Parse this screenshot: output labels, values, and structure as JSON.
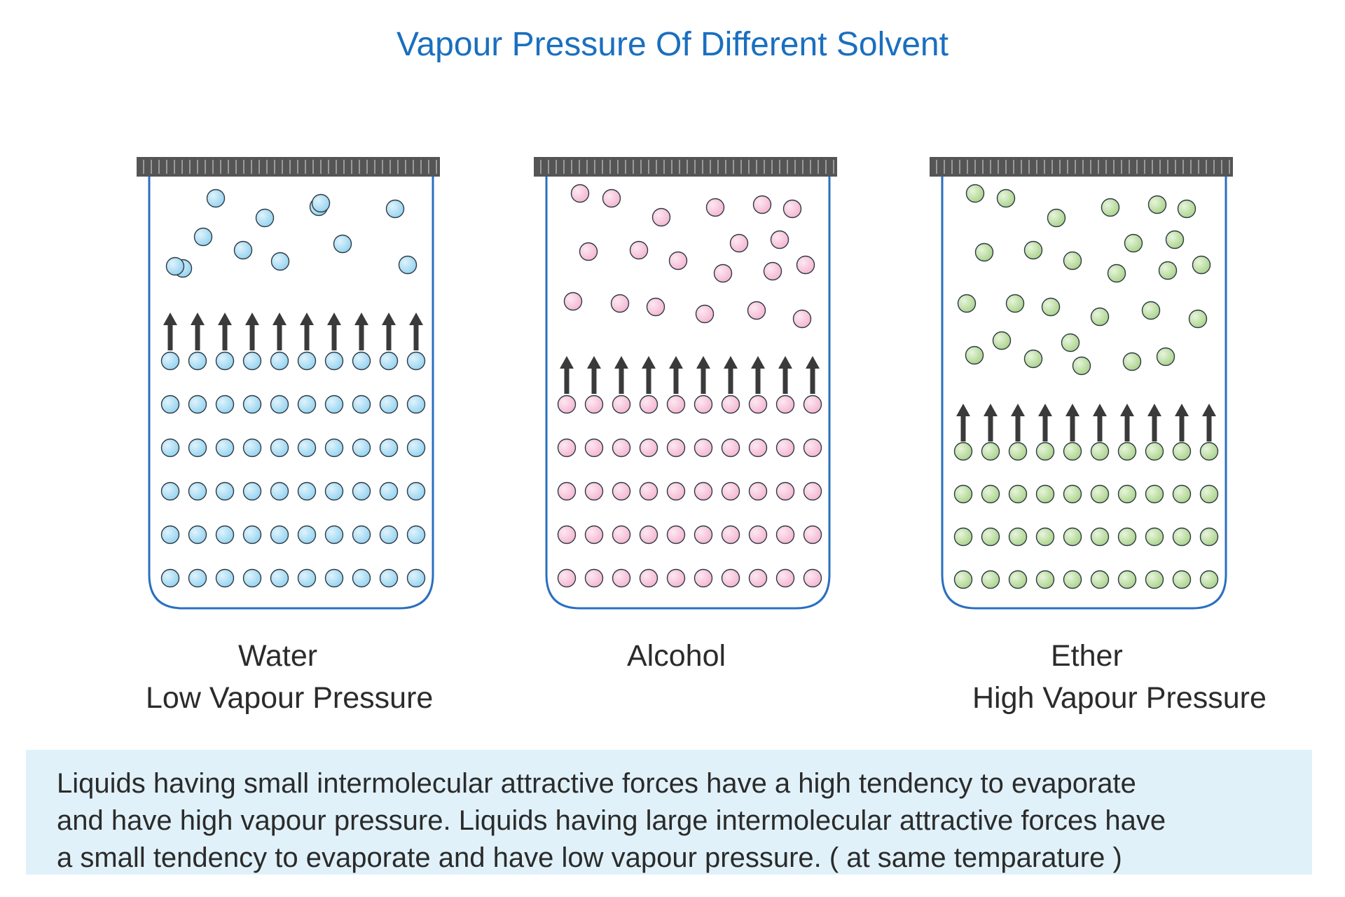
{
  "title": "Vapour Pressure Of Different Solvent",
  "colors": {
    "title": "#1a6fbf",
    "text": "#2b2b2b",
    "caption_bg": "#e0f1f9",
    "beaker_outline": "#2a6fc0",
    "lid": "#555555",
    "arrow": "#3a3a3a"
  },
  "beakers": [
    {
      "name": "Water",
      "pressure_label": "Low Vapour Pressure",
      "particle_color": "#8fd0ef",
      "particle_highlight": "#dff3fc",
      "vapour_particles": 12,
      "liquid_rows": 6,
      "particles_per_row": 10
    },
    {
      "name": "Alcohol",
      "pressure_label": "",
      "particle_color": "#f4b2ce",
      "particle_highlight": "#fde8f1",
      "vapour_particles": 20,
      "liquid_rows": 5,
      "particles_per_row": 10
    },
    {
      "name": "Ether",
      "pressure_label": "High Vapour Pressure",
      "particle_color": "#a6d084",
      "particle_highlight": "#e7f5dc",
      "vapour_particles": 27,
      "liquid_rows": 4,
      "particles_per_row": 10
    }
  ],
  "caption": [
    "Liquids having small intermolecular attractive forces have a high tendency to evaporate",
    "and have high vapour pressure. Liquids having large intermolecular attractive forces have",
    "a small tendency to evaporate and have low vapour pressure.  ( at same temparature )"
  ]
}
